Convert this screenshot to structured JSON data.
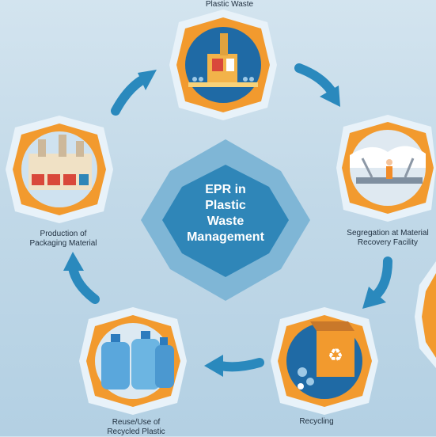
{
  "center": {
    "title": "EPR in\nPlastic\nWaste\nManagement"
  },
  "steps": [
    {
      "label": "Plastic Waste"
    },
    {
      "label": "Segregation at Material\nRecovery Facility"
    },
    {
      "label": "Recycling"
    },
    {
      "label": "Reuse/Use of\nRecycled Plastic"
    },
    {
      "label": "Production of\nPackaging Material"
    }
  ],
  "colors": {
    "center_outer": "#7fb6d6",
    "center_inner": "#2f86b8",
    "node_ring": "#f29a2e",
    "node_halo": "#e6f1f8",
    "arrow": "#2a89bd"
  }
}
